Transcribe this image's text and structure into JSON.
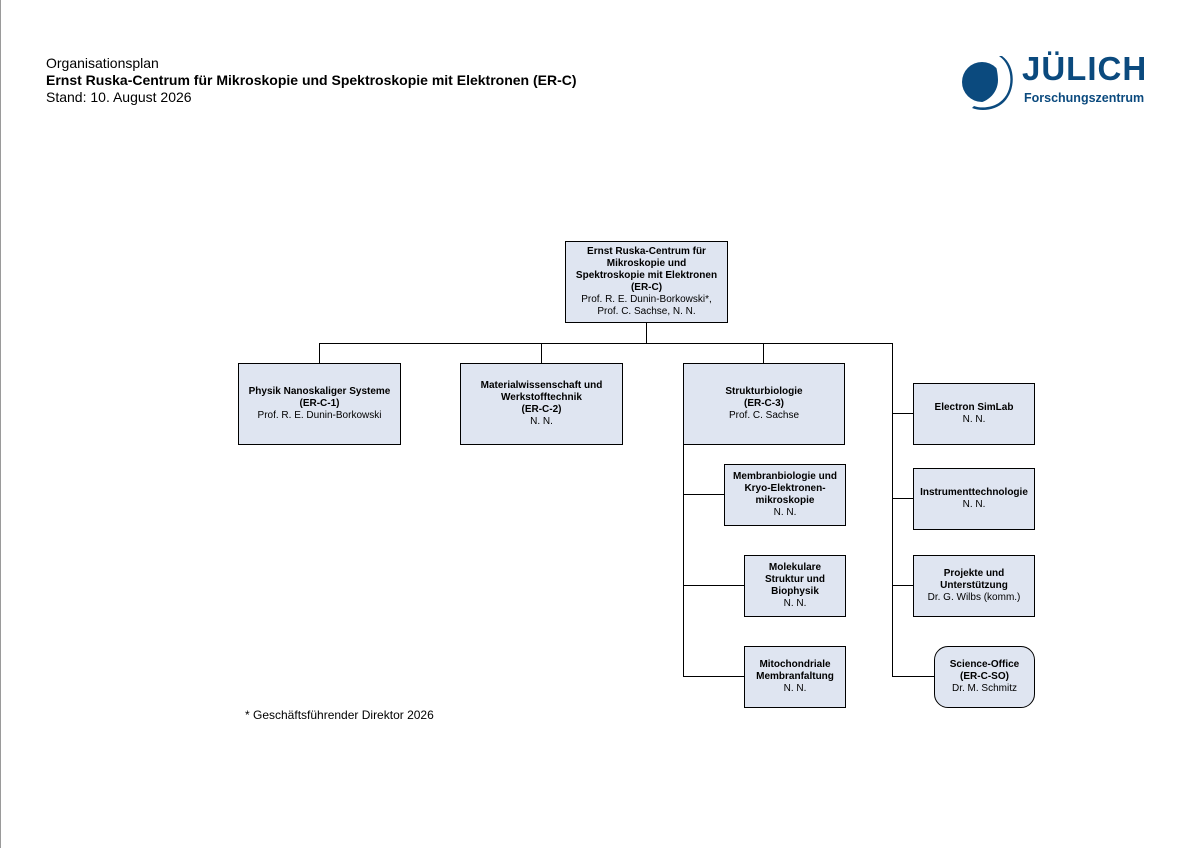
{
  "header": {
    "line1": "Organisationsplan",
    "title": "Ernst Ruska-Centrum für Mikroskopie und Spektroskopie mit Elektronen (ER-C)",
    "date": "Stand: 10. August 2026"
  },
  "logo": {
    "wordmark": "JÜLICH",
    "tagline": "Forschungszentrum",
    "color": "#0b4a7e"
  },
  "colors": {
    "box_fill": "#dfe5f1",
    "line": "#000000"
  },
  "org": {
    "top": {
      "name_l1": "Ernst Ruska-Centrum für",
      "name_l2": "Mikroskopie und",
      "name_l3": "Spektroskopie mit Elektronen",
      "name_l4": "(ER-C)",
      "people_l1": "Prof. R. E. Dunin-Borkowski*,",
      "people_l2": "Prof. C. Sachse, N. N."
    },
    "er_c_1": {
      "name": "Physik Nanoskaliger Systeme",
      "code": "(ER-C-1)",
      "head": "Prof. R. E. Dunin-Borkowski"
    },
    "er_c_2": {
      "name_l1": "Materialwissenschaft und",
      "name_l2": "Werkstofftechnik",
      "code": "(ER-C-2)",
      "head": "N. N."
    },
    "er_c_3": {
      "name": "Strukturbiologie",
      "code": "(ER-C-3)",
      "head": "Prof. C. Sachse"
    },
    "sub_membran": {
      "name_l1": "Membranbiologie und",
      "name_l2": "Kryo-Elektronen-",
      "name_l3": "mikroskopie",
      "head": "N. N."
    },
    "sub_molekular": {
      "name_l1": "Molekulare",
      "name_l2": "Struktur und",
      "name_l3": "Biophysik",
      "head": "N. N."
    },
    "sub_mito": {
      "name_l1": "Mitochondriale",
      "name_l2": "Membranfaltung",
      "head": "N. N."
    },
    "simlab": {
      "name": "Electron SimLab",
      "head": "N. N."
    },
    "instrument": {
      "name": "Instrumenttechnologie",
      "head": "N. N."
    },
    "projekte": {
      "name_l1": "Projekte und",
      "name_l2": "Unterstützung",
      "head": "Dr. G. Wilbs (komm.)"
    },
    "science_office": {
      "name": "Science-Office",
      "code": "(ER-C-SO)",
      "head": "Dr. M. Schmitz"
    }
  },
  "footnote": "* Geschäftsführender Direktor 2026"
}
